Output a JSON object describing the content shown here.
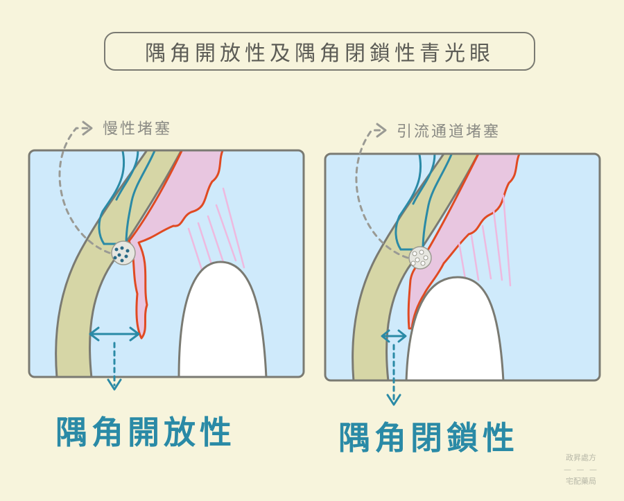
{
  "title": "隅角開放性及隅角閉鎖性青光眼",
  "left_panel": {
    "annotation": "慢性堵塞",
    "label": "隅角開放性"
  },
  "right_panel": {
    "annotation": "引流通道堵塞",
    "label": "隅角閉鎖性"
  },
  "watermark": {
    "line1": "政昇處方",
    "line2": "宅配藥局"
  },
  "colors": {
    "background": "#f7f4dc",
    "panel_fill": "#cfeafb",
    "sclera_band": "#d6d6a6",
    "iris": "#e8c6e0",
    "iris_outline": "#e04a22",
    "vessel": "#2a8aa6",
    "lens": "#ffffff",
    "label": "#2a8aa6"
  }
}
